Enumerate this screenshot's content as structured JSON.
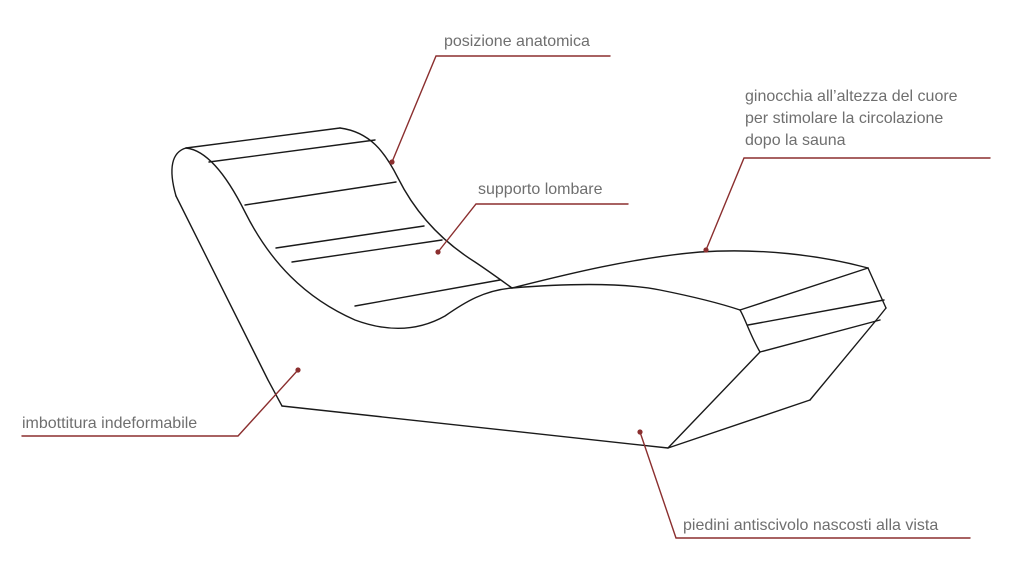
{
  "colors": {
    "outline": "#1a1a1a",
    "callout": "#8b2f2f",
    "text": "#6f6f6f",
    "background": "#ffffff"
  },
  "labels": {
    "posizione": "posizione anatomica",
    "supporto": "supporto lombare",
    "ginocchia": [
      "ginocchia all’altezza del cuore",
      "per stimolare la circolazione",
      "dopo la sauna"
    ],
    "imbottitura": "imbottitura indeformabile",
    "piedini": "piedini antiscivolo nascosti alla vista"
  }
}
